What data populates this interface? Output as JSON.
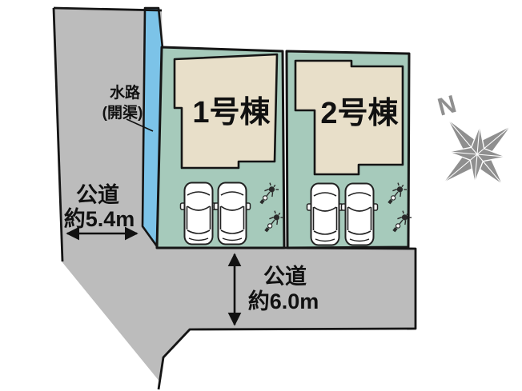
{
  "plan": {
    "buildings": [
      {
        "label": "1号棟"
      },
      {
        "label": "2号棟"
      }
    ],
    "waterway": {
      "line1": "水路",
      "line2": "(開渠)"
    },
    "road_left": {
      "name": "公道",
      "width": "約5.4m"
    },
    "road_bottom": {
      "name": "公道",
      "width": "約6.0m"
    },
    "compass": {
      "north": "N"
    }
  },
  "colors": {
    "road": "#bcbcbc",
    "waterway": "#7cc3e8",
    "lot": "#a6cabb",
    "building": "#e8dfc9",
    "outline": "#151515",
    "compass": "#8f8f8f",
    "car": "#ffffff",
    "text": "#111111"
  }
}
